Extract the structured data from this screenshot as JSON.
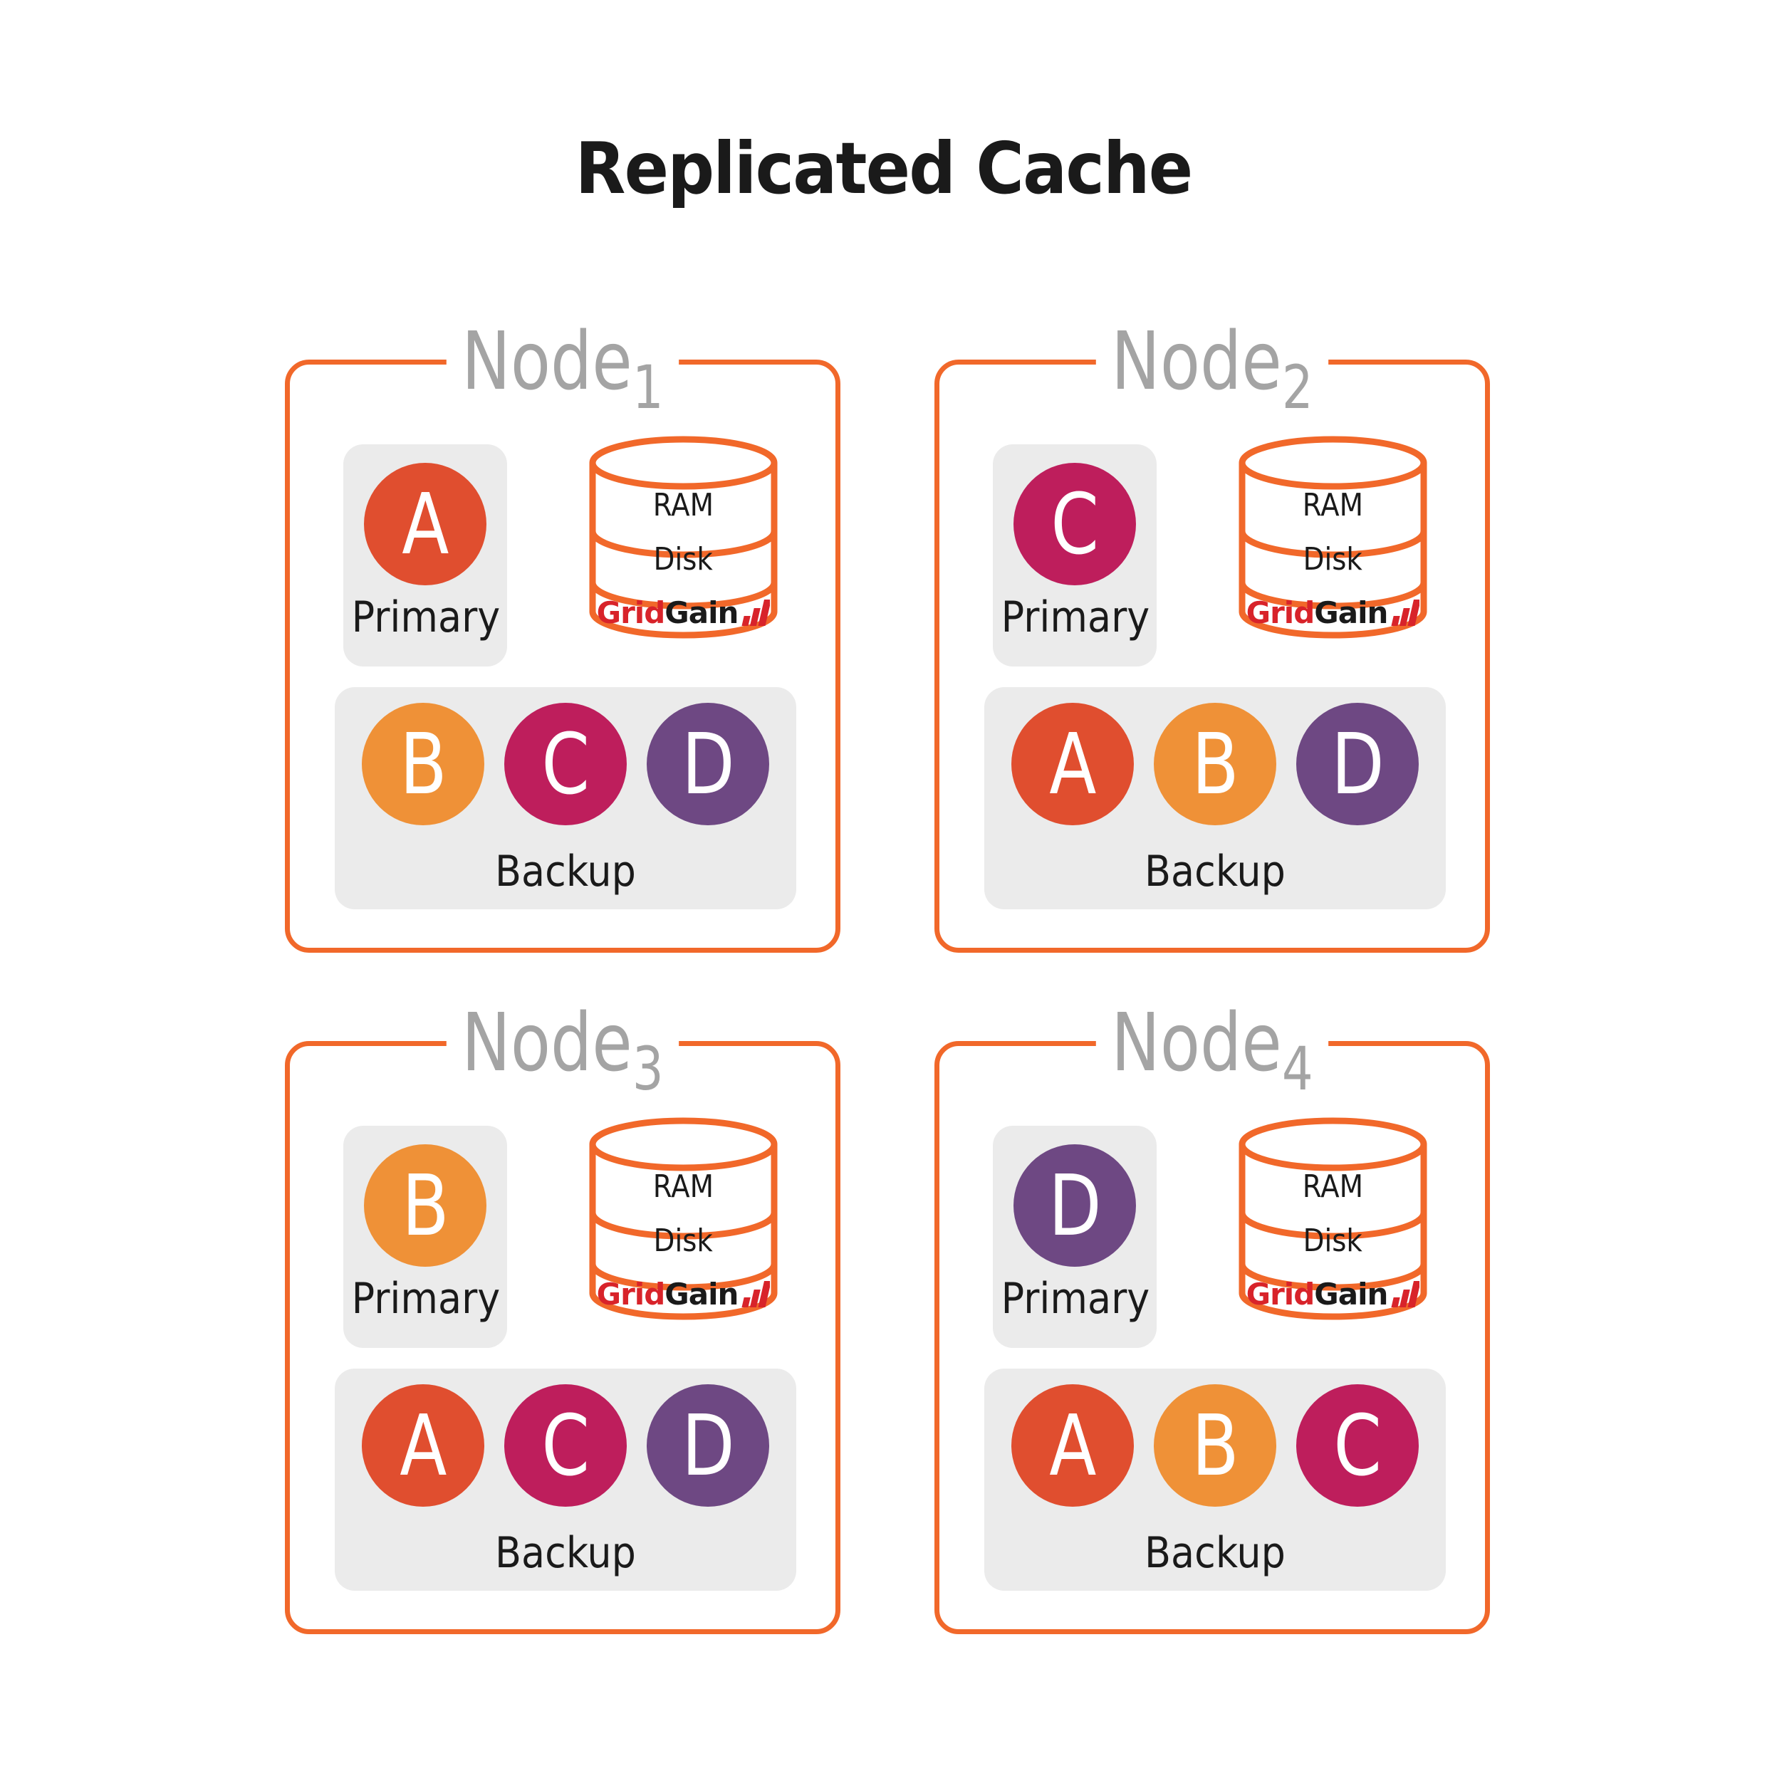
{
  "title": "Replicated Cache",
  "sections": {
    "primary": "Primary",
    "backup": "Backup"
  },
  "cylinder": {
    "ram": "RAM",
    "disk": "Disk",
    "logo_grid": "Grid",
    "logo_gain": "Gain"
  },
  "colors": {
    "A": "#E04E2F",
    "B": "#EF9137",
    "C": "#BE1E5C",
    "D": "#6E4883",
    "node_border": "#F1682A",
    "node_label": "#A4A4A4",
    "panel_bg": "#EBEBEB",
    "logo_red": "#D8232A",
    "text": "#1A1A1A"
  },
  "nodes": [
    {
      "name": "Node",
      "sub": "1",
      "primary": "A",
      "backups": [
        "B",
        "C",
        "D"
      ]
    },
    {
      "name": "Node",
      "sub": "2",
      "primary": "C",
      "backups": [
        "A",
        "B",
        "D"
      ]
    },
    {
      "name": "Node",
      "sub": "3",
      "primary": "B",
      "backups": [
        "A",
        "C",
        "D"
      ]
    },
    {
      "name": "Node",
      "sub": "4",
      "primary": "D",
      "backups": [
        "A",
        "B",
        "C"
      ]
    }
  ]
}
